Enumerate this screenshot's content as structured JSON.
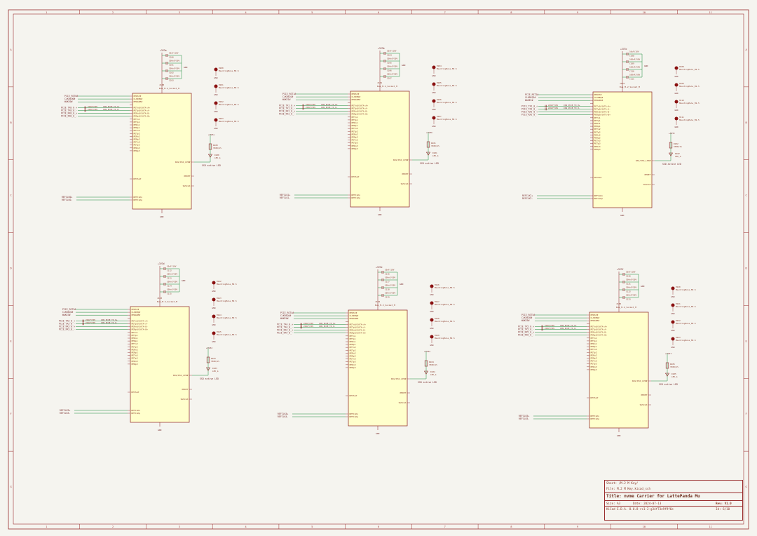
{
  "colors": {
    "background": "#f5f4ef",
    "border": "#9a2f2f",
    "wire": "#1d8a3a",
    "ic_fill": "#ffffcc",
    "ic_stroke": "#8a1f1f",
    "pin": "#8a1f1f",
    "text": "#8a3a2a",
    "label": "#7a2f2f",
    "mounting_hole": "#8a1010"
  },
  "frame": {
    "columns": [
      "1",
      "2",
      "3",
      "4",
      "5",
      "6",
      "7",
      "8",
      "9",
      "10",
      "11"
    ],
    "rows": [
      "A",
      "B",
      "C",
      "D",
      "E",
      "F",
      "G"
    ]
  },
  "title_block": {
    "sheet": "Sheet: /M.2 M Key/",
    "file": "File: M.2 M Key.kicad_sch",
    "title": "Title: nvme Carrier for LattePanda Mu",
    "size": "Size: A3",
    "date": "Date: 2024-07-13",
    "rev": "Rev: V1.0",
    "kicad": "KiCad E.D.A. 8.0.8-rc1-2-g34f73e9f9f6e",
    "id": "Id: 6/10"
  },
  "units": [
    {
      "ic_ref": "J100",
      "ic_value": "Bus_M.2_Socket_M",
      "supply": "+3V3a",
      "gnd": "GND",
      "caps": [
        {
          "ref": "C100",
          "value": "10uF/10V"
        },
        {
          "ref": "C101",
          "value": "100nF/50V"
        },
        {
          "ref": "C102",
          "value": "100nF/50V"
        },
        {
          "ref": "C103",
          "value": "100nF/50V"
        }
      ],
      "holes": [
        {
          "ref": "H100",
          "value": "MountingHole_M2.5"
        },
        {
          "ref": "H101",
          "value": "MountingHole_M2.5"
        },
        {
          "ref": "H102",
          "value": "MountingHole_M2.5"
        },
        {
          "ref": "H103",
          "value": "MountingHole_M2.5"
        }
      ],
      "net_labels": [
        "PCIE_TX0_0_+",
        "PCIE_TX0_0_-",
        "PCIE_RX0_0_+",
        "PCIE_RX0_0_-"
      ],
      "ctrl_labels": [
        "PCIE_RST0#",
        "CLKREQ0#",
        "WAKE0#"
      ],
      "refclk_labels": [
        "REFCLK0+",
        "REFCLK0-"
      ],
      "resistor": {
        "ref": "R100",
        "value": "330R/1%"
      },
      "led": {
        "ref": "D100",
        "value": "LED_G"
      },
      "led_note": "SSD active LED"
    },
    {
      "ic_ref": "J101",
      "ic_value": "Bus_M.2_Socket_M",
      "supply": "+3V3b",
      "gnd": "GND",
      "caps": [
        {
          "ref": "C104",
          "value": "10uF/10V"
        },
        {
          "ref": "C105",
          "value": "100nF/50V"
        },
        {
          "ref": "C106",
          "value": "100nF/50V"
        },
        {
          "ref": "C107",
          "value": "100nF/50V"
        }
      ],
      "holes": [
        {
          "ref": "H104",
          "value": "MountingHole_M2.5"
        },
        {
          "ref": "H105",
          "value": "MountingHole_M2.5"
        },
        {
          "ref": "H106",
          "value": "MountingHole_M2.5"
        },
        {
          "ref": "H107",
          "value": "MountingHole_M2.5"
        }
      ],
      "net_labels": [
        "PCIE_TX1_0_+",
        "PCIE_TX1_0_-",
        "PCIE_RX1_0_+",
        "PCIE_RX1_0_-"
      ],
      "ctrl_labels": [
        "PCIE_RST1#",
        "CLKREQ1#",
        "WAKE1#"
      ],
      "refclk_labels": [
        "REFCLK1+",
        "REFCLK1-"
      ],
      "resistor": {
        "ref": "R101",
        "value": "330R/1%"
      },
      "led": {
        "ref": "D101",
        "value": "LED_G"
      },
      "led_note": "SSD active LED"
    },
    {
      "ic_ref": "J102",
      "ic_value": "Bus_M.2_Socket_M",
      "supply": "+3V3c",
      "gnd": "GND",
      "caps": [
        {
          "ref": "C108",
          "value": "10uF/10V"
        },
        {
          "ref": "C109",
          "value": "100nF/50V"
        },
        {
          "ref": "C110",
          "value": "100nF/50V"
        },
        {
          "ref": "C111",
          "value": "100nF/50V"
        }
      ],
      "holes": [
        {
          "ref": "H108",
          "value": "MountingHole_M2.5"
        },
        {
          "ref": "H109",
          "value": "MountingHole_M2.5"
        },
        {
          "ref": "H110",
          "value": "MountingHole_M2.5"
        },
        {
          "ref": "H111",
          "value": "MountingHole_M2.5"
        }
      ],
      "net_labels": [
        "PCIE_TX2_0_+",
        "PCIE_TX2_0_-",
        "PCIE_RX2_0_+",
        "PCIE_RX2_0_-"
      ],
      "ctrl_labels": [
        "PCIE_RST2#",
        "CLKREQ2#",
        "WAKE2#"
      ],
      "refclk_labels": [
        "REFCLK2+",
        "REFCLK2-"
      ],
      "resistor": {
        "ref": "R102",
        "value": "330R/1%"
      },
      "led": {
        "ref": "D102",
        "value": "LED_G"
      },
      "led_note": "SSD active LED"
    },
    {
      "ic_ref": "J103",
      "ic_value": "Bus_M.2_Socket_M",
      "supply": "+3V3d",
      "gnd": "GND",
      "caps": [
        {
          "ref": "C112",
          "value": "10uF/10V"
        },
        {
          "ref": "C113",
          "value": "100nF/50V"
        },
        {
          "ref": "C114",
          "value": "100nF/50V"
        },
        {
          "ref": "C115",
          "value": "100nF/50V"
        }
      ],
      "holes": [
        {
          "ref": "H112",
          "value": "MountingHole_M2.5"
        },
        {
          "ref": "H113",
          "value": "MountingHole_M2.5"
        },
        {
          "ref": "H114",
          "value": "MountingHole_M2.5"
        },
        {
          "ref": "H115",
          "value": "MountingHole_M2.5"
        }
      ],
      "net_labels": [
        "PCIE_TX3_0_+",
        "PCIE_TX3_0_-",
        "PCIE_RX3_0_+",
        "PCIE_RX3_0_-"
      ],
      "ctrl_labels": [
        "PCIE_RST3#",
        "CLKREQ3#",
        "WAKE3#"
      ],
      "refclk_labels": [
        "REFCLK3+",
        "REFCLK3-"
      ],
      "resistor": {
        "ref": "R103",
        "value": "330R/1%"
      },
      "led": {
        "ref": "D103",
        "value": "LED_G"
      },
      "led_note": "SSD active LED"
    },
    {
      "ic_ref": "J104",
      "ic_value": "Bus_M.2_Socket_M",
      "supply": "+3V3e",
      "gnd": "GND",
      "caps": [
        {
          "ref": "C116",
          "value": "10uF/10V"
        },
        {
          "ref": "C117",
          "value": "100nF/50V"
        },
        {
          "ref": "C118",
          "value": "100nF/50V"
        },
        {
          "ref": "C119",
          "value": "100nF/50V"
        }
      ],
      "holes": [
        {
          "ref": "H116",
          "value": "MountingHole_M2.5"
        },
        {
          "ref": "H117",
          "value": "MountingHole_M2.5"
        },
        {
          "ref": "H118",
          "value": "MountingHole_M2.5"
        },
        {
          "ref": "H119",
          "value": "MountingHole_M2.5"
        }
      ],
      "net_labels": [
        "PCIE_TX4_0_+",
        "PCIE_TX4_0_-",
        "PCIE_RX4_0_+",
        "PCIE_RX4_0_-"
      ],
      "ctrl_labels": [
        "PCIE_RST4#",
        "CLKREQ4#",
        "WAKE4#"
      ],
      "refclk_labels": [
        "REFCLK4+",
        "REFCLK4-"
      ],
      "resistor": {
        "ref": "R104",
        "value": "330R/1%"
      },
      "led": {
        "ref": "D104",
        "value": "LED_G"
      },
      "led_note": "SSD active LED"
    },
    {
      "ic_ref": "J105",
      "ic_value": "Bus_M.2_Socket_M",
      "supply": "+3V3f",
      "gnd": "GND",
      "caps": [
        {
          "ref": "C120",
          "value": "10uF/10V"
        },
        {
          "ref": "C121",
          "value": "100nF/50V"
        },
        {
          "ref": "C122",
          "value": "100nF/50V"
        },
        {
          "ref": "C123",
          "value": "100nF/50V"
        }
      ],
      "holes": [
        {
          "ref": "H120",
          "value": "MountingHole_M2.5"
        },
        {
          "ref": "H121",
          "value": "MountingHole_M2.5"
        },
        {
          "ref": "H122",
          "value": "MountingHole_M2.5"
        },
        {
          "ref": "H123",
          "value": "MountingHole_M2.5"
        }
      ],
      "net_labels": [
        "PCIE_TX5_0_+",
        "PCIE_TX5_0_-",
        "PCIE_RX5_0_+",
        "PCIE_RX5_0_-"
      ],
      "ctrl_labels": [
        "PCIE_RST5#",
        "CLKREQ5#",
        "WAKE5#"
      ],
      "refclk_labels": [
        "REFCLK5+",
        "REFCLK5-"
      ],
      "resistor": {
        "ref": "R105",
        "value": "330R/1%"
      },
      "led": {
        "ref": "D105",
        "value": "LED_G"
      },
      "led_note": "SSD active LED"
    }
  ],
  "ic_pins_left": [
    "PERST#",
    "CLKREQ#",
    "PEWAKE#",
    "",
    "PETn0/SATA-A+",
    "PETp0/SATA-A-",
    "PERn0/SATA-B-",
    "PERp0/SATA-B+",
    "PETn1",
    "PETp1",
    "PERn1",
    "PERp1",
    "PETn2",
    "PETp2",
    "PERn2",
    "PERp2",
    "PETn3",
    "PETp3",
    "PERn3",
    "PERp3"
  ],
  "ic_pins_left_bottom": [
    "DEVSLP",
    "REFCLKn",
    "REFCLKp"
  ],
  "ic_pins_right": [
    "DAS/DSS_LED#",
    "PEDET",
    "SUSCLK"
  ],
  "cap_net_labels": [
    "CON_PCIE_TX_0+",
    "CON_PCIE_TX_0-"
  ]
}
